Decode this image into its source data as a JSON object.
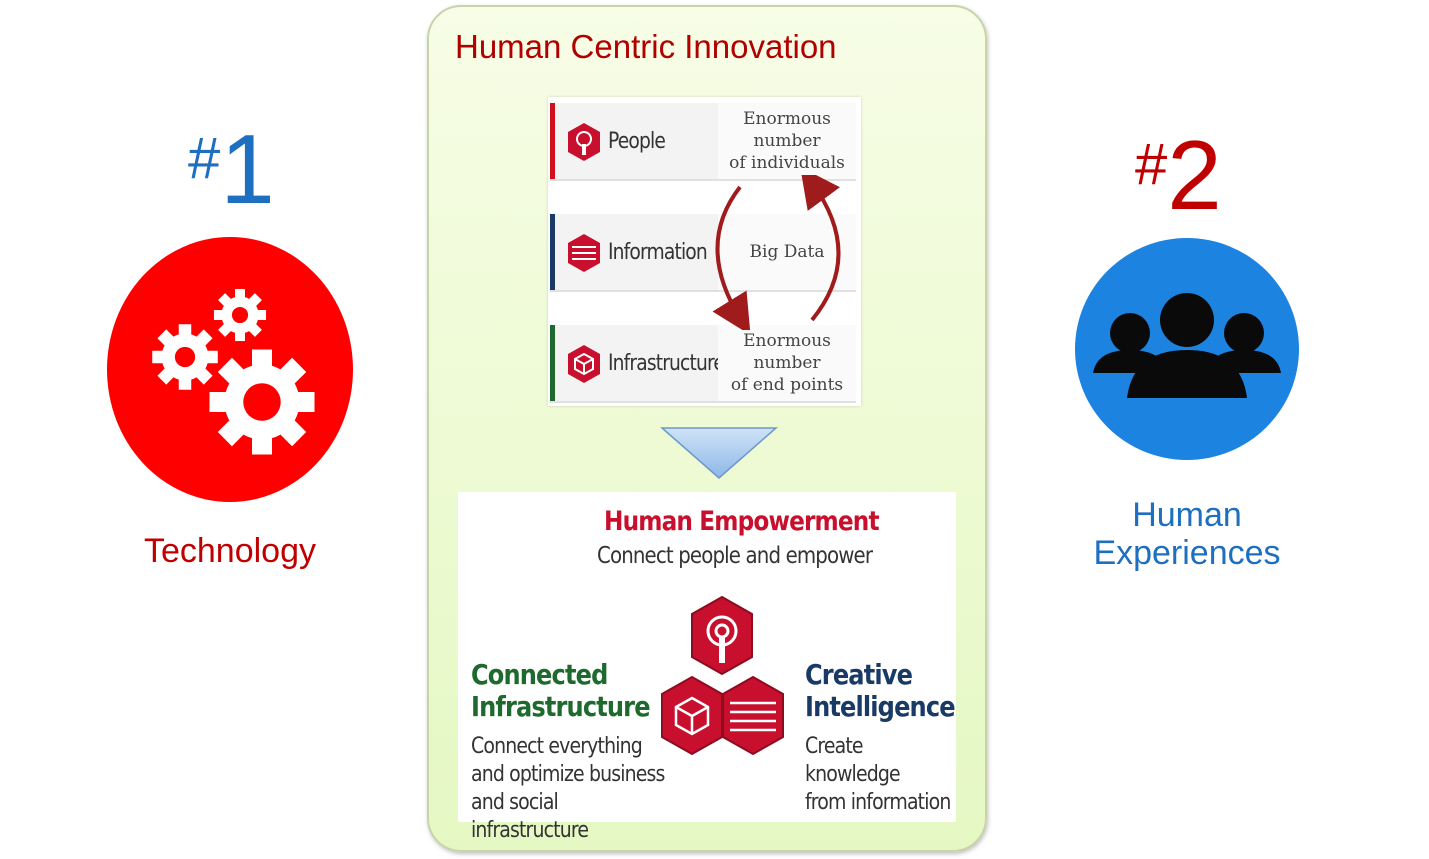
{
  "rank1": {
    "hash": "#",
    "number": "1",
    "label": "Technology",
    "color": "#c00000"
  },
  "rank2": {
    "hash": "#",
    "number": "2",
    "label_line1": "Human",
    "label_line2": "Experiences",
    "color": "#1f6fc0"
  },
  "icons": {
    "left": "gears-icon",
    "right": "people-group-icon"
  },
  "panel": {
    "title": "Human Centric Innovation"
  },
  "layers": [
    {
      "label": "People",
      "desc_line1": "Enormous number",
      "desc_line2": "of individuals",
      "icon": "people-keyhole-icon",
      "accent": "#d0101d"
    },
    {
      "label": "Information",
      "desc_line1": "Big Data",
      "desc_line2": "",
      "icon": "information-circuit-icon",
      "accent": "#1a3a66"
    },
    {
      "label": "Infrastructure",
      "desc_line1": "Enormous number",
      "desc_line2": "of end points",
      "icon": "infrastructure-cube-icon",
      "accent": "#1e6a2e"
    }
  ],
  "empowerment": {
    "title": "Human Empowerment",
    "subtitle": "Connect people and empower"
  },
  "connected": {
    "title_line1": "Connected",
    "title_line2": "Infrastructure",
    "desc_line1": "Connect everything",
    "desc_line2": "and optimize business",
    "desc_line3": "and social infrastructure"
  },
  "creative": {
    "title_line1": "Creative",
    "title_line2": "Intelligence",
    "desc_line1": "Create knowledge",
    "desc_line2": "from information"
  }
}
